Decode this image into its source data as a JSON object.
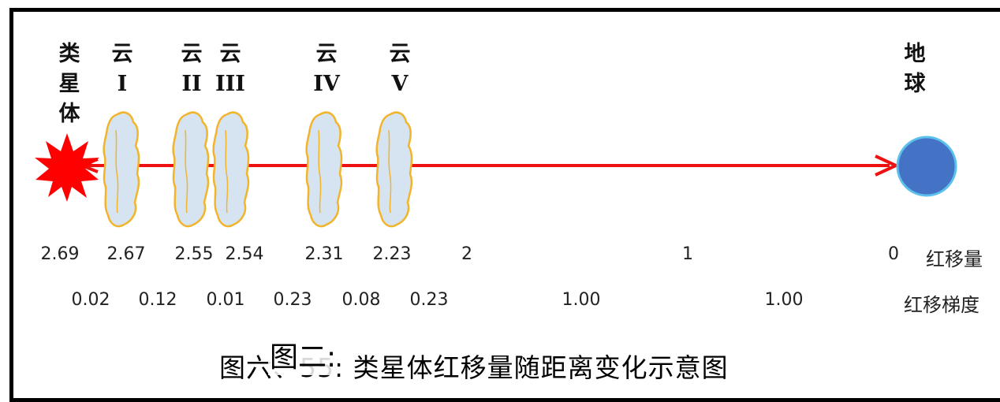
{
  "labels": {
    "quasar": [
      "类",
      "星",
      "体"
    ],
    "clouds": [
      {
        "top": "云",
        "roman": "I"
      },
      {
        "top": "云",
        "roman": "II"
      },
      {
        "top": "云",
        "roman": "III"
      },
      {
        "top": "云",
        "roman": "IV"
      },
      {
        "top": "云",
        "roman": "V"
      }
    ],
    "earth": [
      "地",
      "球"
    ]
  },
  "redshift": {
    "values": [
      "2.69",
      "2.67",
      "2.55",
      "2.54",
      "2.31",
      "2.23",
      "2",
      "1",
      "0"
    ],
    "row_label": "红移量"
  },
  "gradient": {
    "values": [
      "0.02",
      "0.12",
      "0.01",
      "0.23",
      "0.08",
      "0.23",
      "1.00",
      "1.00"
    ],
    "row_label": "红移梯度"
  },
  "caption": {
    "text": "图六、55: 类星体红移量随距离变化示意图",
    "overlay": "图二:"
  },
  "colors": {
    "arrow": "#ee1111",
    "quasar": "#ff0000",
    "earth": "#4472c4",
    "earth_outline": "#5bc0eb",
    "cloud_fill": "#d6e4f2",
    "cloud_outline": "#f2b42a"
  },
  "icons": {
    "quasar": "starburst",
    "cloud": "gas-cloud",
    "earth": "circle"
  }
}
